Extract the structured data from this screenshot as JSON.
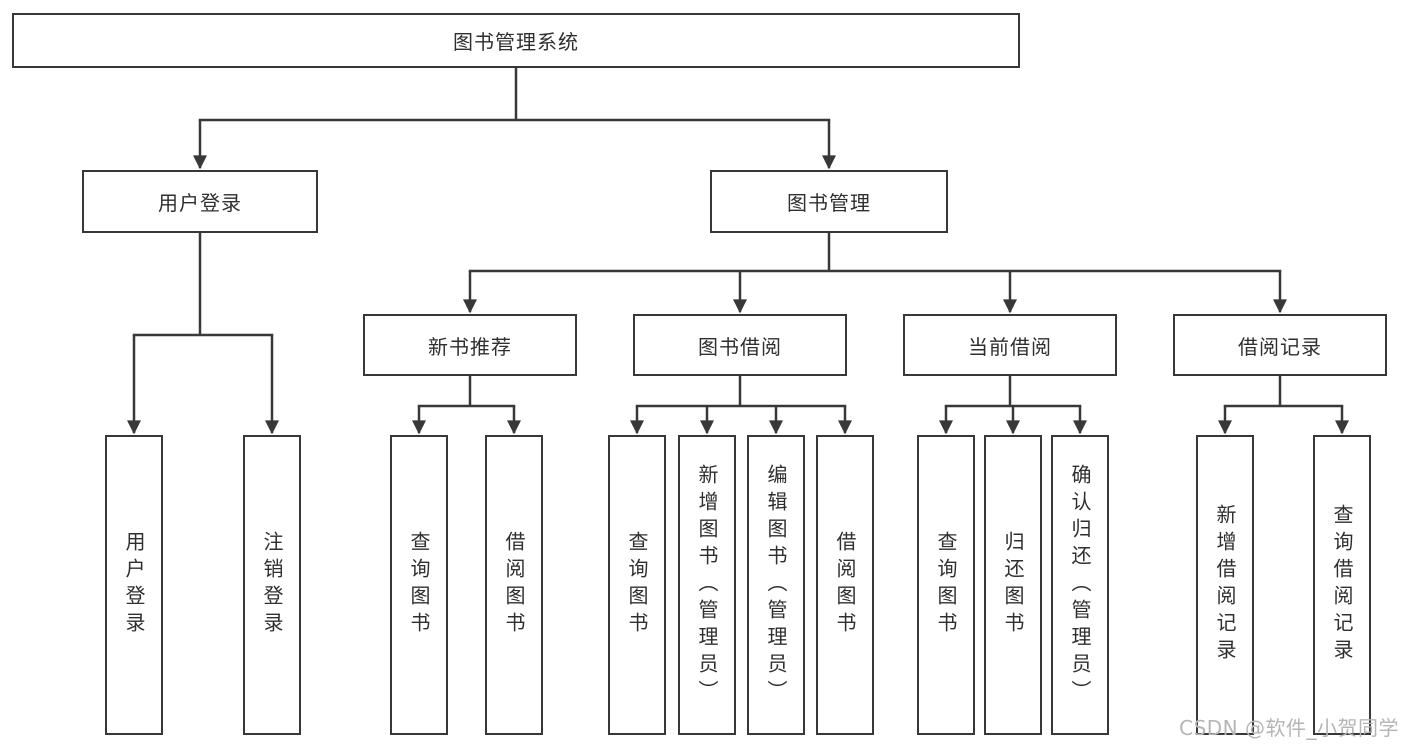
{
  "tree": {
    "root": {
      "label": "图书管理系统",
      "children": [
        {
          "label": "用户登录",
          "children": [
            {
              "label": "用户登录"
            },
            {
              "label": "注销登录"
            }
          ]
        },
        {
          "label": "图书管理",
          "children": [
            {
              "label": "新书推荐",
              "children": [
                {
                  "label": "查询图书"
                },
                {
                  "label": "借阅图书"
                }
              ]
            },
            {
              "label": "图书借阅",
              "children": [
                {
                  "label": "查询图书"
                },
                {
                  "label": "新增图书（管理员）"
                },
                {
                  "label": "编辑图书（管理员）"
                },
                {
                  "label": "借阅图书"
                }
              ]
            },
            {
              "label": "当前借阅",
              "children": [
                {
                  "label": "查询图书"
                },
                {
                  "label": "归还图书"
                },
                {
                  "label": "确认归还（管理员）"
                }
              ]
            },
            {
              "label": "借阅记录",
              "children": [
                {
                  "label": "新增借阅记录"
                },
                {
                  "label": "查询借阅记录"
                }
              ]
            }
          ]
        }
      ]
    }
  },
  "watermark": "CSDN @软件_小贺同学",
  "colors": {
    "line": "#383838",
    "box_border": "#383838",
    "box_fill": "#ffffff",
    "text": "#2f2f2f",
    "watermark": "#b5b5b5"
  }
}
